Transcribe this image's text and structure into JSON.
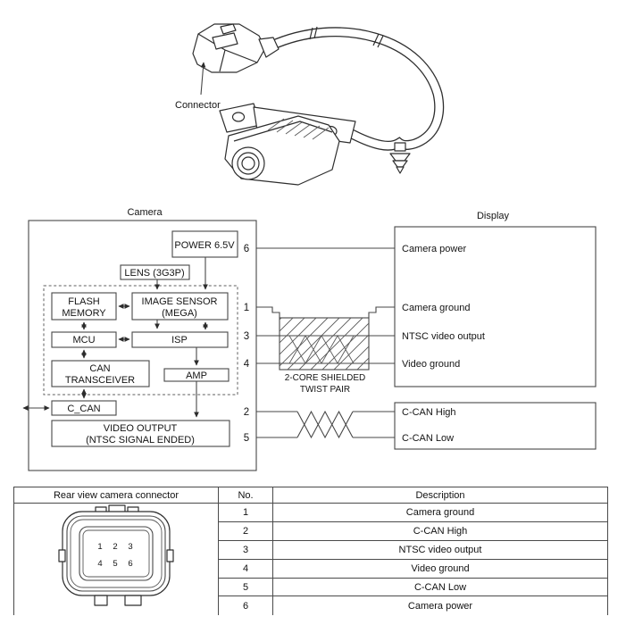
{
  "page": {
    "background": "#ffffff",
    "line_color": "#474747",
    "text_color": "#141414"
  },
  "illustration": {
    "connector_label": "Connector"
  },
  "diagram": {
    "camera_title": "Camera",
    "display_title": "Display",
    "blocks": {
      "power": "POWER 6.5V",
      "lens": "LENS (3G3P)",
      "flash_line1": "FLASH",
      "flash_line2": "MEMORY",
      "image_line1": "IMAGE SENSOR",
      "image_line2": "(MEGA)",
      "mcu": "MCU",
      "isp": "ISP",
      "can_line1": "CAN",
      "can_line2": "TRANSCEIVER",
      "amp": "AMP",
      "c_can": "C_CAN",
      "video_line1": "VIDEO OUTPUT",
      "video_line2": "(NTSC SIGNAL ENDED)"
    },
    "pins": {
      "p6": "6",
      "p1": "1",
      "p3": "3",
      "p4": "4",
      "p2": "2",
      "p5": "5"
    },
    "display_signals": [
      "Camera power",
      "Camera ground",
      "NTSC video output",
      "Video ground"
    ],
    "can_signals": [
      "C-CAN High",
      "C-CAN Low"
    ],
    "shield_label_line1": "2-CORE SHIELDED",
    "shield_label_line2": "TWIST PAIR"
  },
  "table": {
    "headers": {
      "connector": "Rear view camera connector",
      "no": "No.",
      "description": "Description"
    },
    "rows": [
      {
        "no": "1",
        "description": "Camera ground"
      },
      {
        "no": "2",
        "description": "C-CAN High"
      },
      {
        "no": "3",
        "description": "NTSC video output"
      },
      {
        "no": "4",
        "description": "Video ground"
      },
      {
        "no": "5",
        "description": "C-CAN Low"
      },
      {
        "no": "6",
        "description": "Camera power"
      }
    ],
    "connector_pins": {
      "r1c1": "1",
      "r1c2": "2",
      "r1c3": "3",
      "r2c1": "4",
      "r2c2": "5",
      "r2c3": "6"
    }
  }
}
